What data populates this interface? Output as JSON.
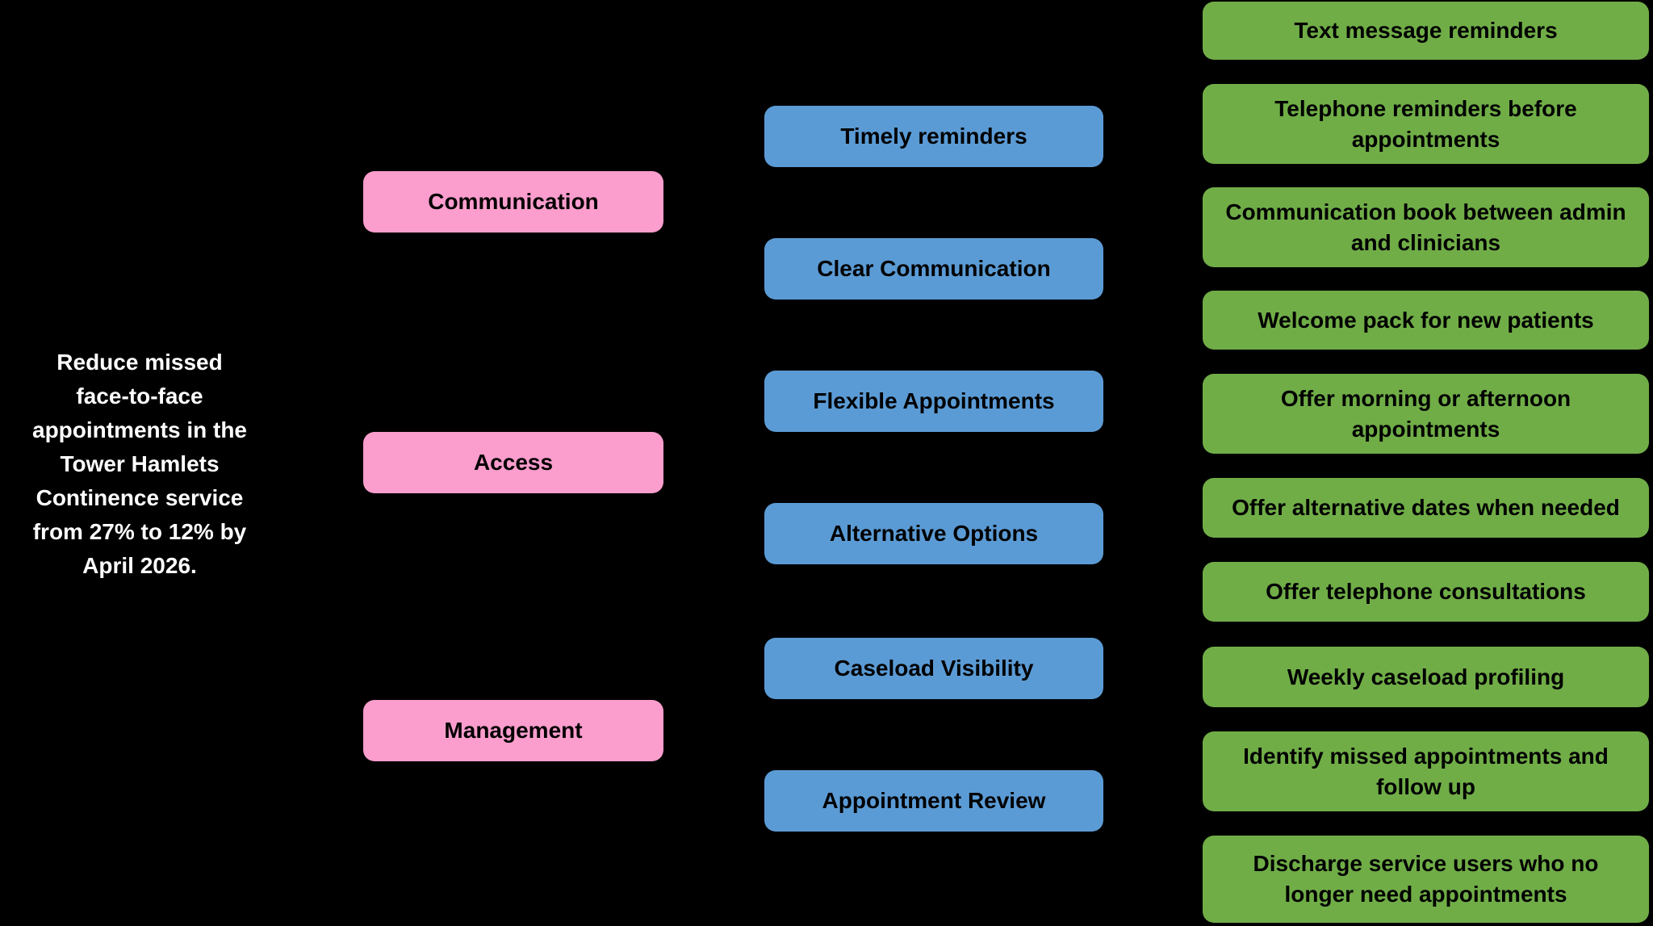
{
  "aim": {
    "text": "Reduce missed\nface-to-face\nappointments in the\nTower Hamlets\nContinence  service\nfrom 27% to 12% by\nApril 2026."
  },
  "primary_drivers": [
    {
      "label": "Communication"
    },
    {
      "label": "Access"
    },
    {
      "label": "Management"
    }
  ],
  "secondary_drivers": [
    {
      "label": "Timely reminders"
    },
    {
      "label": "Clear Communication"
    },
    {
      "label": "Flexible Appointments"
    },
    {
      "label": "Alternative Options"
    },
    {
      "label": "Caseload Visibility"
    },
    {
      "label": "Appointment Review"
    }
  ],
  "change_ideas": [
    {
      "label": "Text message reminders"
    },
    {
      "label": "Telephone reminders before appointments"
    },
    {
      "label": "Communication book between admin and clinicians"
    },
    {
      "label": "Welcome pack for new patients"
    },
    {
      "label": "Offer morning or afternoon appointments"
    },
    {
      "label": "Offer alternative dates when needed"
    },
    {
      "label": "Offer telephone consultations"
    },
    {
      "label": "Weekly caseload profiling"
    },
    {
      "label": "Identify missed appointments and follow up"
    },
    {
      "label": "Discharge service users who no longer need appointments"
    }
  ],
  "colors": {
    "background": "#000000",
    "aim_text": "#FFFFFF",
    "primary_driver_fill": "#FB9DCD",
    "secondary_driver_fill": "#5B9BD5",
    "change_idea_fill": "#70AD47",
    "box_text": "#000000"
  }
}
